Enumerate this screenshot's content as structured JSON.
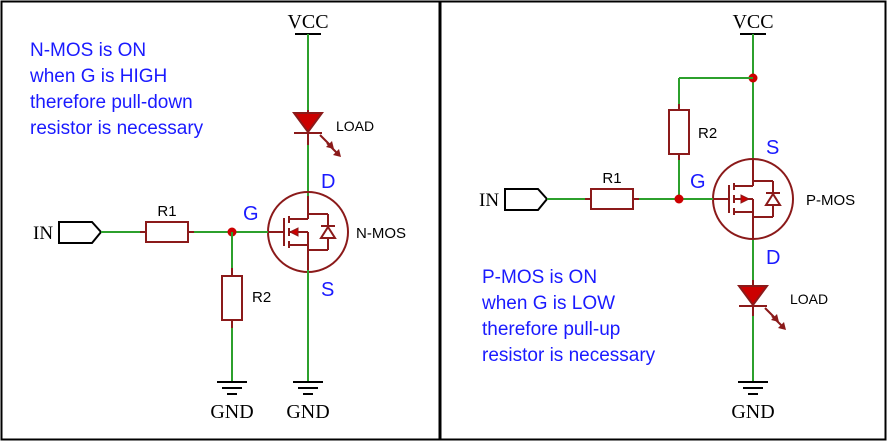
{
  "colors": {
    "frame": "#000000",
    "wire": "#2ca02c",
    "component": "#8b1a1a",
    "junction": "#cc0000",
    "led": "#cc0000",
    "annotation": "#1a1aff",
    "label": "#000000"
  },
  "left_panel": {
    "note_lines": [
      "N-MOS is ON",
      "when G is HIGH",
      "therefore pull-down",
      "resistor is necessary"
    ],
    "vcc_label": "VCC",
    "load_label": "LOAD",
    "input_label": "IN",
    "r1_label": "R1",
    "r2_label": "R2",
    "gate_label": "G",
    "drain_label": "D",
    "source_label": "S",
    "mosfet_label": "N-MOS",
    "gnd_left_label": "GND",
    "gnd_right_label": "GND"
  },
  "right_panel": {
    "note_lines": [
      "P-MOS is ON",
      "when G is LOW",
      "therefore pull-up",
      "resistor is necessary"
    ],
    "vcc_label": "VCC",
    "load_label": "LOAD",
    "input_label": "IN",
    "r1_label": "R1",
    "r2_label": "R2",
    "gate_label": "G",
    "drain_label": "D",
    "source_label": "S",
    "mosfet_label": "P-MOS",
    "gnd_label": "GND"
  }
}
